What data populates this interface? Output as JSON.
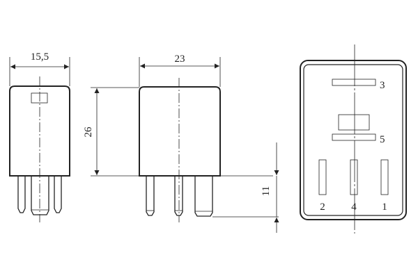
{
  "dimensions": {
    "side_width": "15,5",
    "front_width": "23",
    "height": "26",
    "pin_length": "11"
  },
  "terminals": [
    "3",
    "5",
    "2",
    "4",
    "1"
  ],
  "colors": {
    "line": "#222222",
    "background": "#ffffff"
  }
}
